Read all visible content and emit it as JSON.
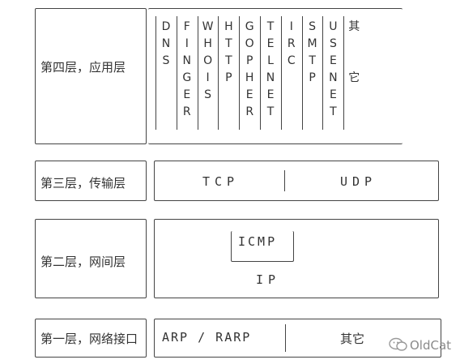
{
  "layers": [
    {
      "id": "application",
      "label": "第四层，应用层"
    },
    {
      "id": "transport",
      "label": "第三层，传输层"
    },
    {
      "id": "internet",
      "label": "第二层，网间层"
    },
    {
      "id": "network",
      "label": "第一层，网络接口"
    }
  ],
  "application_protocols": [
    {
      "name": "DNS",
      "chars": [
        "D",
        "N",
        "S"
      ]
    },
    {
      "name": "FINGER",
      "chars": [
        "F",
        "I",
        "N",
        "G",
        "E",
        "R"
      ]
    },
    {
      "name": "WHOIS",
      "chars": [
        "W",
        "H",
        "O",
        "I",
        "S"
      ]
    },
    {
      "name": "HTTP",
      "chars": [
        "H",
        "T",
        "T",
        "P"
      ]
    },
    {
      "name": "GOPHER",
      "chars": [
        "G",
        "O",
        "P",
        "H",
        "E",
        "R"
      ]
    },
    {
      "name": "TELNET",
      "chars": [
        "T",
        "E",
        "L",
        "N",
        "E",
        "T"
      ]
    },
    {
      "name": "IRC",
      "chars": [
        "I",
        "R",
        "C"
      ]
    },
    {
      "name": "SMTP",
      "chars": [
        "S",
        "M",
        "T",
        "P"
      ]
    },
    {
      "name": "USENET",
      "chars": [
        "U",
        "S",
        "E",
        "N",
        "E",
        "T"
      ]
    },
    {
      "name": "其它",
      "chars": [
        "其",
        "它"
      ]
    }
  ],
  "transport_protocols": [
    "TCP",
    "UDP"
  ],
  "internet_protocols": [
    "ICMP",
    "IP"
  ],
  "network_protocols": [
    "ARP / RARP",
    "其它"
  ],
  "watermark": "OldCat"
}
